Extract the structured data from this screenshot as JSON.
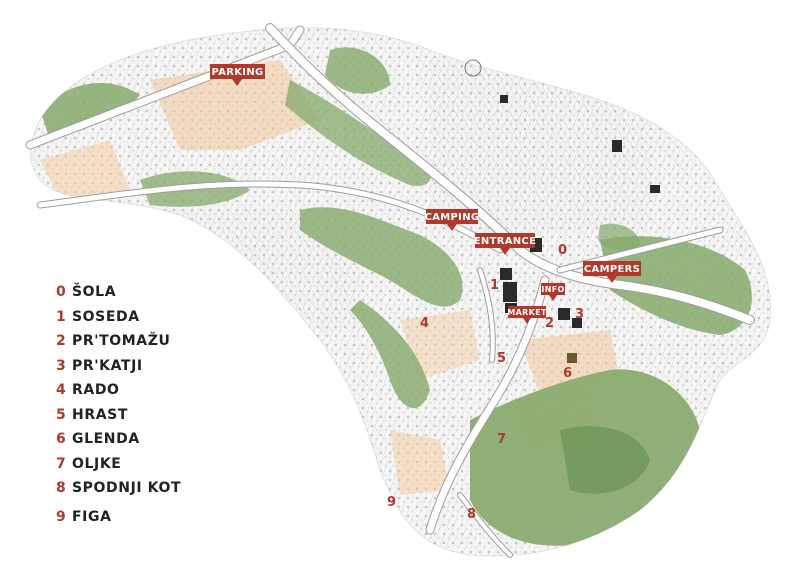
{
  "colors": {
    "accent": "#b0392b",
    "forest": "#86a96a",
    "forest_dark": "#5f8a4c",
    "fields": "#f3c79a",
    "road": "#ffffff",
    "ink": "#222222",
    "hatch": "#c9c9c9"
  },
  "pins": {
    "parking": "PARKING",
    "camping": "CAMPING",
    "entrance": "ENTRANCE",
    "campers": "CAMPERS",
    "info": "INFO",
    "market": "MARKET"
  },
  "map_numbers": [
    "0",
    "1",
    "2",
    "3",
    "4",
    "5",
    "6",
    "7",
    "8",
    "9"
  ],
  "legend": [
    {
      "num": "0",
      "name": "ŠOLA"
    },
    {
      "num": "1",
      "name": "SOSEDA"
    },
    {
      "num": "2",
      "name": "PR'TOMAŽU"
    },
    {
      "num": "3",
      "name": "PR'KATJI"
    },
    {
      "num": "4",
      "name": "RADO"
    },
    {
      "num": "5",
      "name": "HRAST"
    },
    {
      "num": "6",
      "name": "GLENDA"
    },
    {
      "num": "7",
      "name": "OLJKE"
    },
    {
      "num": "8",
      "name": "SPODNJI KOT"
    },
    {
      "num": "9",
      "name": "FIGA"
    }
  ]
}
